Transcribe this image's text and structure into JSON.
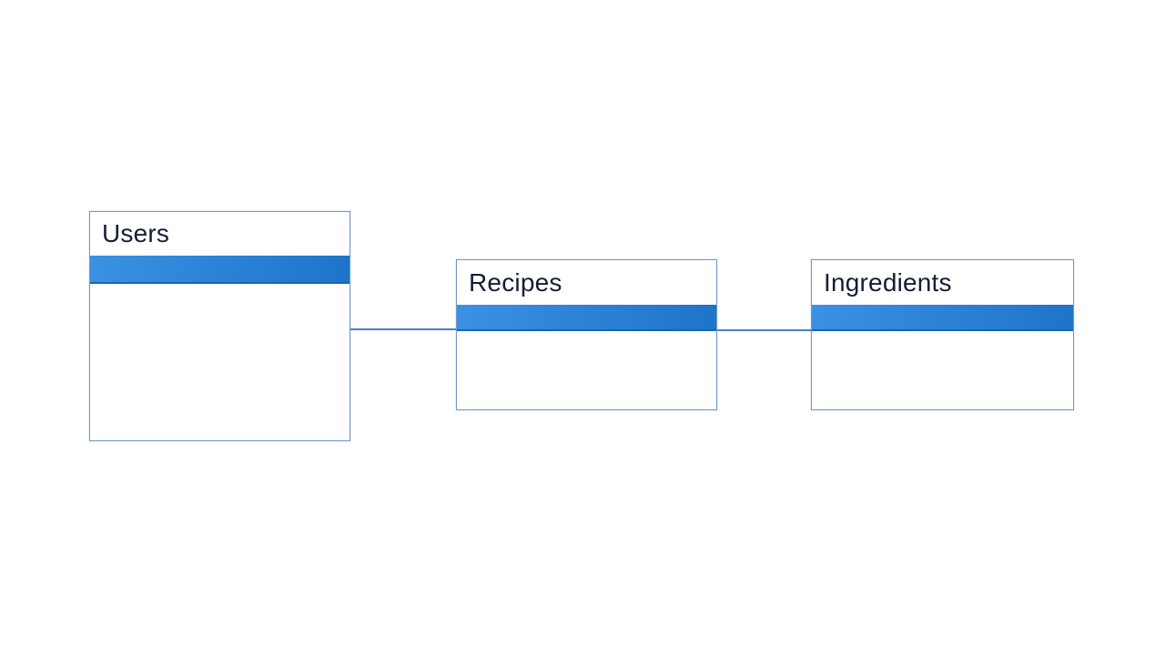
{
  "diagram": {
    "type": "entity-relationship",
    "colors": {
      "background": "#ffffff",
      "box_border": "#6f9ad2",
      "bar_start": "#3b91e3",
      "bar_end": "#1d74c9",
      "bar_edge": "#1565b4",
      "connector": "#4d7fc0",
      "title": "#141e33"
    },
    "entities": [
      {
        "id": "users",
        "label": "Users"
      },
      {
        "id": "recipes",
        "label": "Recipes"
      },
      {
        "id": "ingredients",
        "label": "Ingredients"
      }
    ],
    "connectors": [
      {
        "id": "users-recipes",
        "from": "Users",
        "to": "Recipes"
      },
      {
        "id": "recipes-ingredients",
        "from": "Recipes",
        "to": "Ingredients"
      }
    ]
  }
}
